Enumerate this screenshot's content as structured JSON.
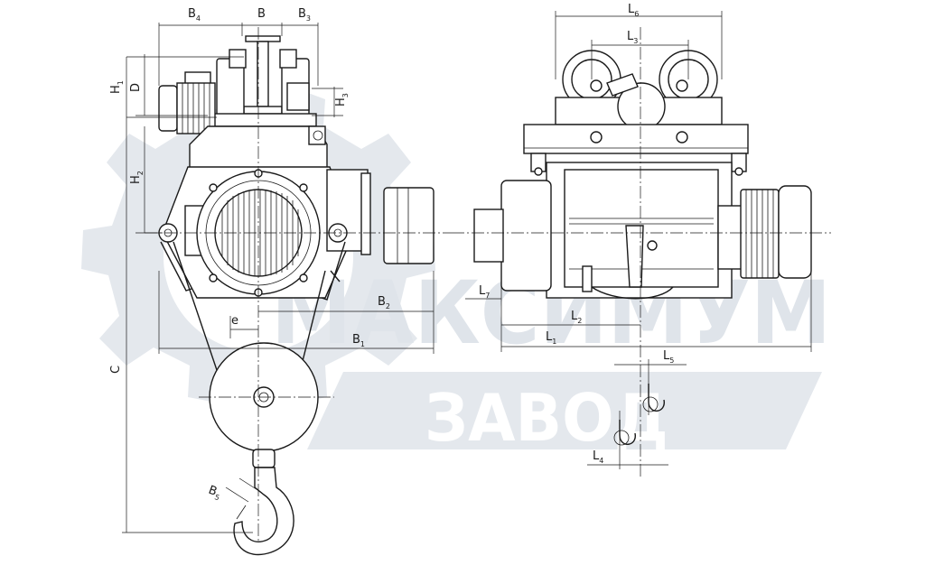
{
  "watermark": {
    "line1": "МАКСИМУМ",
    "line2": "ЗАВОД",
    "color": "#dfe4ea"
  },
  "labels": {
    "B4": {
      "main": "B",
      "sub": "4"
    },
    "B": {
      "main": "B",
      "sub": ""
    },
    "B3": {
      "main": "B",
      "sub": "3"
    },
    "H1": {
      "main": "H",
      "sub": "1"
    },
    "D": {
      "main": "D",
      "sub": ""
    },
    "H3": {
      "main": "H",
      "sub": "3"
    },
    "H2": {
      "main": "H",
      "sub": "2"
    },
    "C": {
      "main": "C",
      "sub": ""
    },
    "e": {
      "main": "e",
      "sub": ""
    },
    "B2": {
      "main": "B",
      "sub": "2"
    },
    "B1": {
      "main": "B",
      "sub": "1"
    },
    "B5": {
      "main": "B",
      "sub": "5"
    },
    "L6": {
      "main": "L",
      "sub": "6"
    },
    "L3": {
      "main": "L",
      "sub": "3"
    },
    "L7": {
      "main": "L",
      "sub": "7"
    },
    "L2": {
      "main": "L",
      "sub": "2"
    },
    "L1": {
      "main": "L",
      "sub": "1"
    },
    "L5": {
      "main": "L",
      "sub": "5"
    },
    "L4": {
      "main": "L",
      "sub": "4"
    }
  }
}
